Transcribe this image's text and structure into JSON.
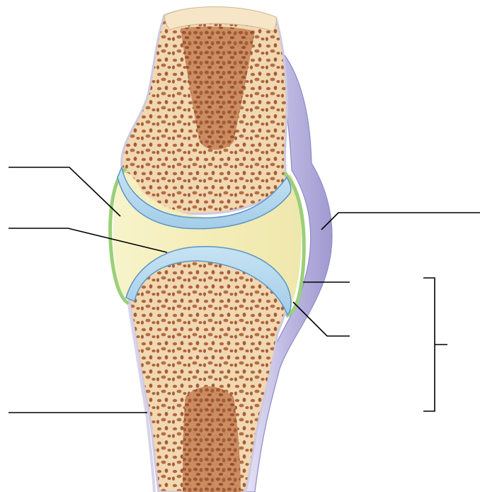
{
  "diagram": {
    "type": "anatomical-illustration",
    "subject": "synovial-joint-cross-section",
    "labels": [
      {
        "id": "joint-cavity-pointer",
        "text": ""
      },
      {
        "id": "articular-cartilage-pointer",
        "text": ""
      },
      {
        "id": "ligament-pointer",
        "text": ""
      },
      {
        "id": "fibrous-capsule-pointer",
        "text": ""
      },
      {
        "id": "synovial-membrane-pointer",
        "text": ""
      },
      {
        "id": "articular-capsule-bracket",
        "text": ""
      },
      {
        "id": "periosteum-pointer",
        "text": ""
      }
    ]
  },
  "colors": {
    "bone": "#f2dcb8",
    "spongy_bone_pores": "#a85c35",
    "medullary_cavity": "#b3683e",
    "cartilage": "#a9d1ea",
    "cartilage_edge": "#5b96c4",
    "synovial_fluid": "#f6f0bf",
    "synovial_membrane": "#9bcf7a",
    "fibrous_capsule": "#c9c7e6",
    "ligament": "#b7b3dd",
    "leader_line": "#000000"
  }
}
